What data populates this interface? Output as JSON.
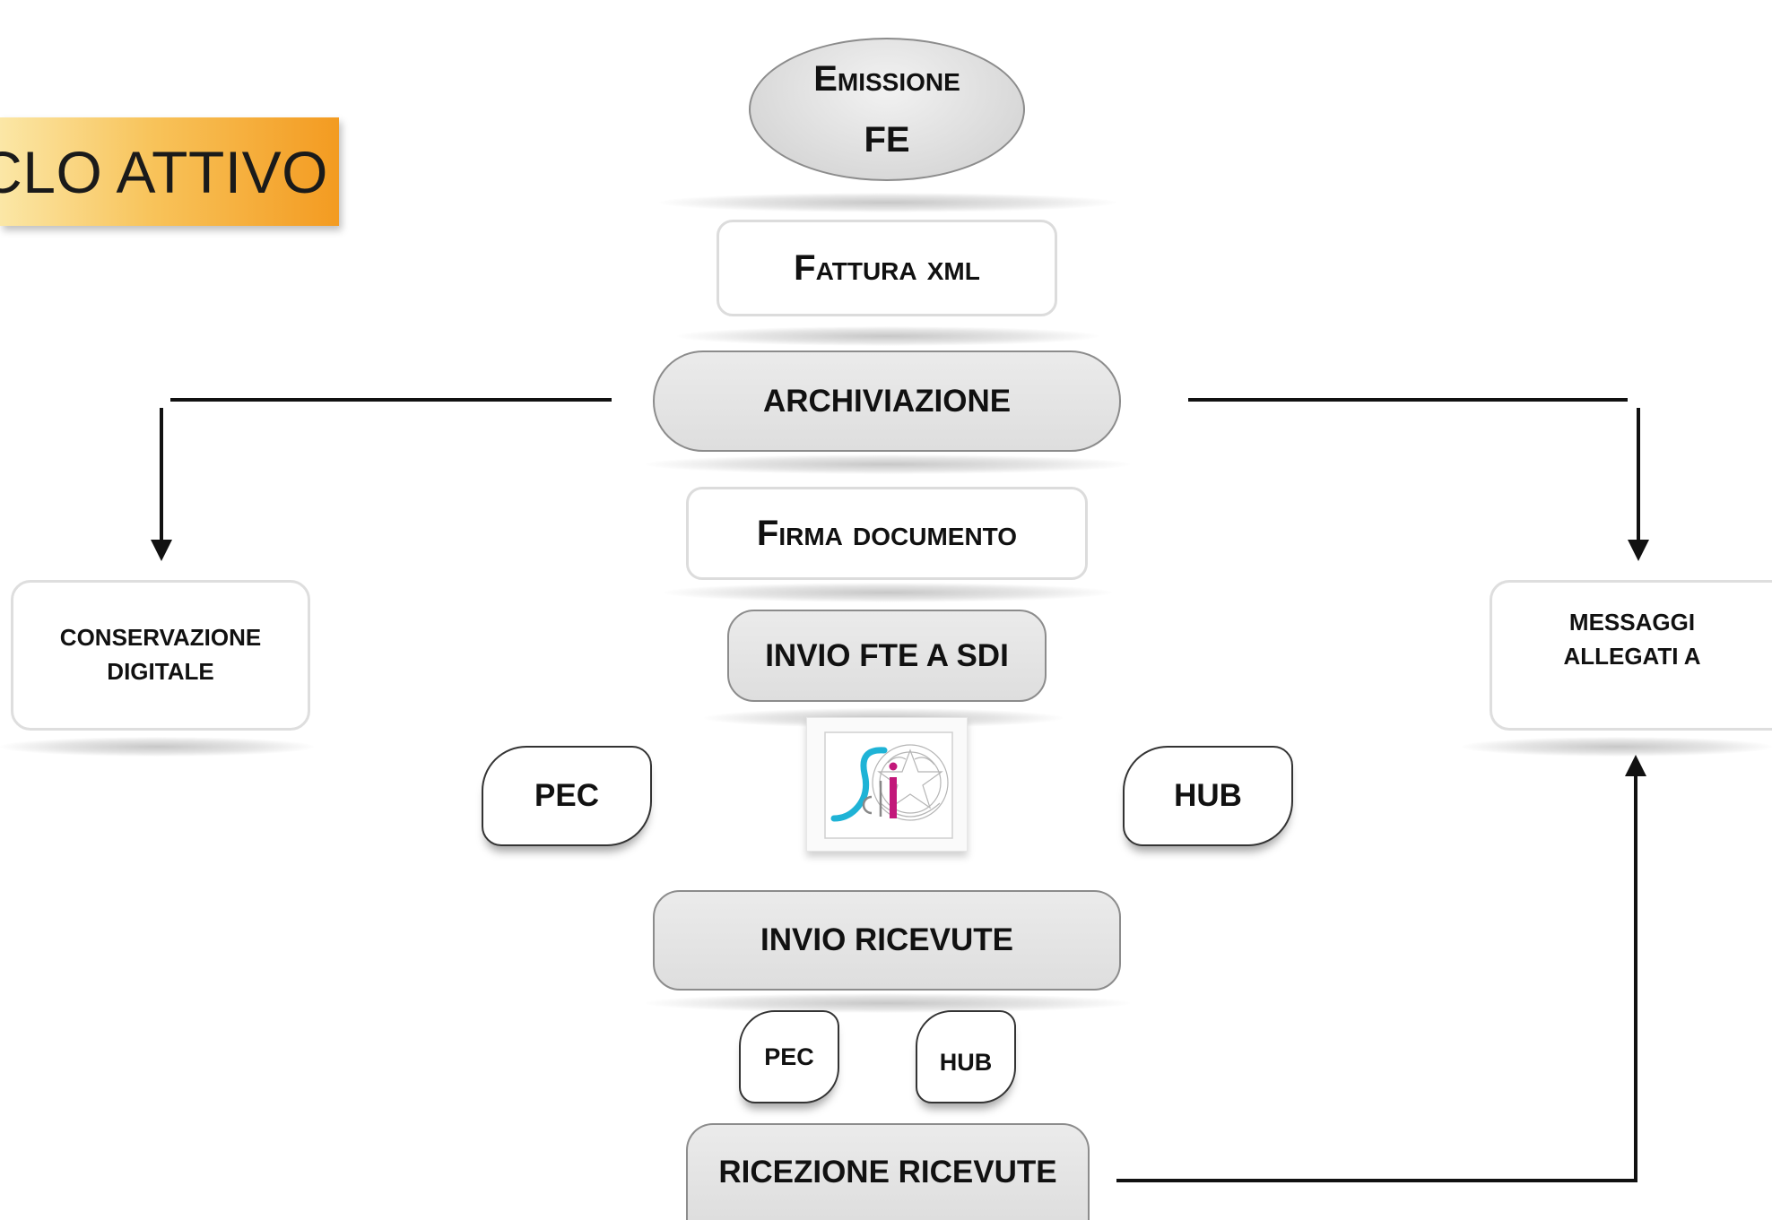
{
  "banner": {
    "text": "CLO ATTIVO"
  },
  "nodes": {
    "emissione": {
      "line1": "Emissione",
      "line2": "FE"
    },
    "fattura": "Fattura xml",
    "archiviazione": "ARCHIVIAZIONE",
    "firma": "Firma documento",
    "invio_fte": "INVIO FTE A SDI",
    "pec_top": "PEC",
    "hub_top": "HUB",
    "invio_ricevute": "INVIO RICEVUTE",
    "pec_small": "PEC",
    "hub_small": "HUB",
    "ricezione": "RICEZIONE RICEVUTE",
    "conservazione": {
      "line1": "CONSERVAZIONE",
      "line2": "DIGITALE"
    },
    "messaggi": {
      "line1": "MESSAGGI",
      "line2": "ALLEGATI A"
    }
  },
  "logo": {
    "name": "sdi-logo",
    "text": "Si"
  },
  "colors": {
    "banner_start": "#fbe7a6",
    "banner_end": "#f39b21",
    "logo_cyan": "#1fb3d6",
    "logo_magenta": "#c2187a"
  }
}
